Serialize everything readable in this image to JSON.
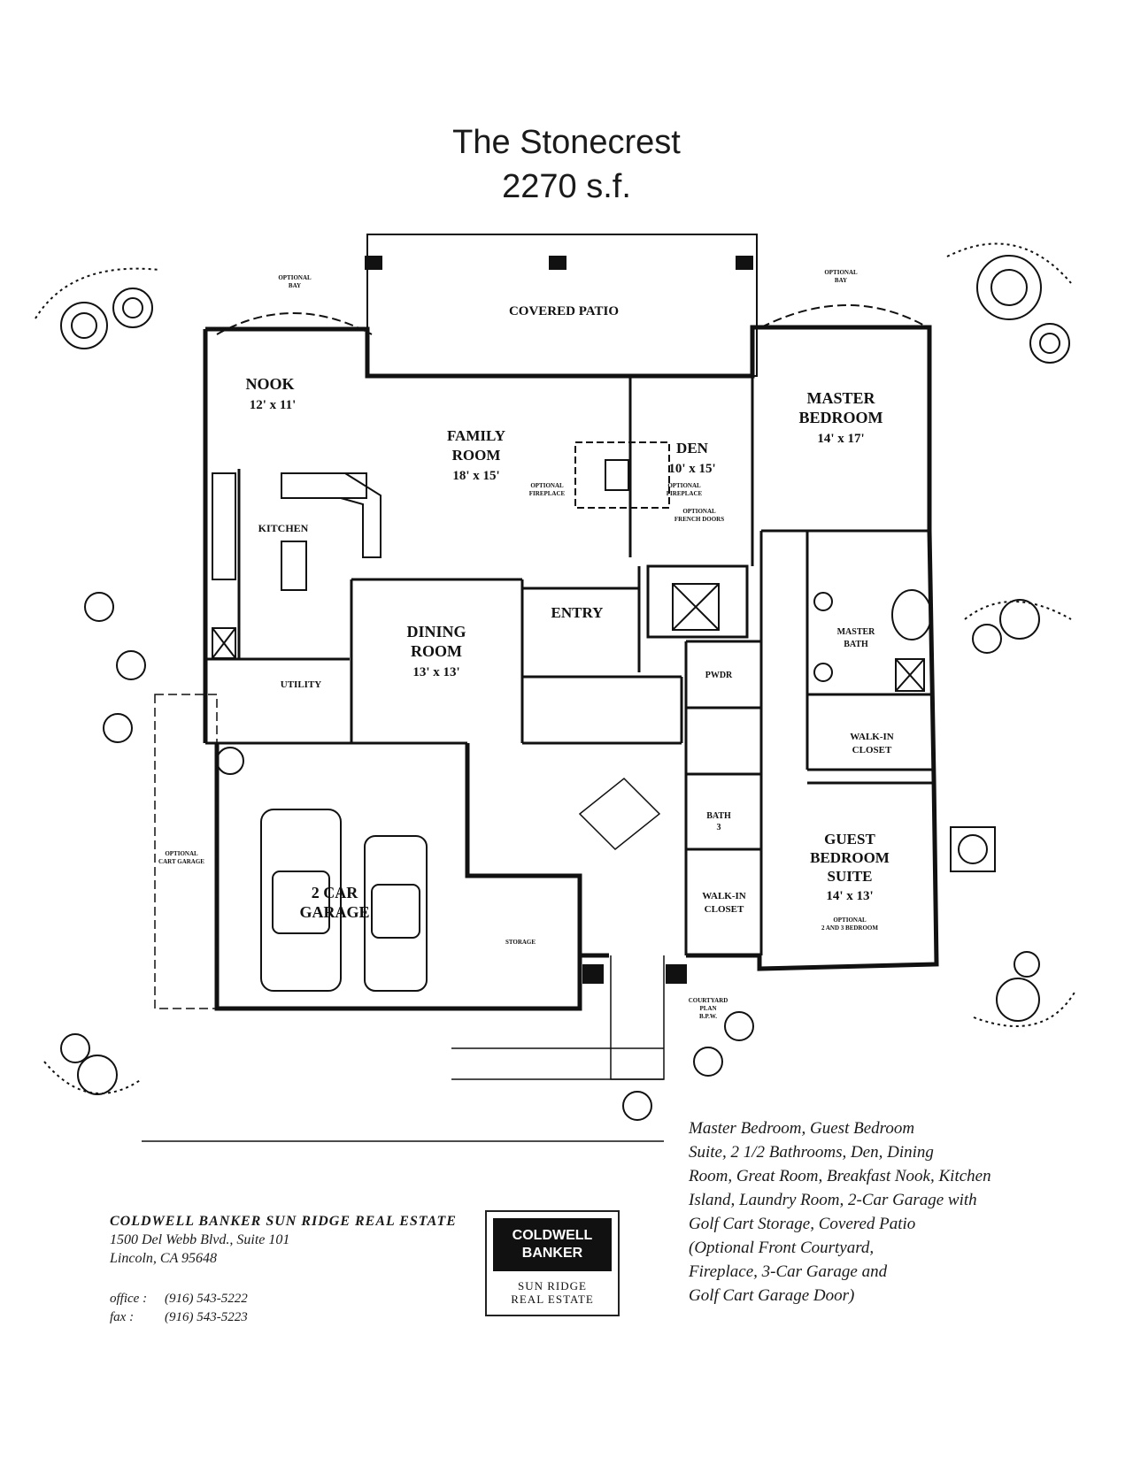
{
  "title": "The Stonecrest",
  "square_feet": "2270 s.f.",
  "rooms": {
    "covered_patio": "COVERED PATIO",
    "nook": "NOOK",
    "nook_size": "12' x 11'",
    "family_room_1": "FAMILY",
    "family_room_2": "ROOM",
    "family_size": "18' x 15'",
    "den": "DEN",
    "den_size": "10' x 15'",
    "master_1": "MASTER",
    "master_2": "BEDROOM",
    "master_size": "14' x 17'",
    "kitchen": "KITCHEN",
    "dining_1": "DINING",
    "dining_2": "ROOM",
    "dining_size": "13' x 13'",
    "entry": "ENTRY",
    "utility": "UTILITY",
    "powder": "PWDR",
    "master_bath_1": "MASTER",
    "master_bath_2": "BATH",
    "walkin_1": "WALK-IN",
    "walkin_2": "CLOSET",
    "bath3_1": "BATH",
    "bath3_2": "3",
    "walkin2_1": "WALK-IN",
    "walkin2_2": "CLOSET",
    "guest_1": "GUEST",
    "guest_2": "BEDROOM",
    "guest_3": "SUITE",
    "guest_size": "14' x 13'",
    "garage_1": "2 CAR",
    "garage_2": "GARAGE"
  },
  "notes": {
    "optional_bay": [
      "OPTIONAL",
      "BAY"
    ],
    "optional_fireplace": [
      "OPTIONAL",
      "FIREPLACE"
    ],
    "optional_french_doors": [
      "OPTIONAL",
      "FRENCH DOORS"
    ],
    "optional_cart_garage": [
      "OPTIONAL",
      "CART GARAGE"
    ],
    "storage": "STORAGE",
    "optional_bedroom": [
      "OPTIONAL",
      "2 AND 3 BEDROOM"
    ],
    "courtyard": [
      "COURTYARD",
      "PLAN",
      "B.P.W."
    ]
  },
  "agency": {
    "name": "COLDWELL BANKER SUN RIDGE REAL ESTATE",
    "address1": "1500 Del Webb Blvd., Suite 101",
    "address2": "Lincoln, CA 95648",
    "office_label": "office :",
    "office": "(916) 543-5222",
    "fax_label": "fax :",
    "fax": "(916) 543-5223"
  },
  "logo": {
    "line1": "COLDWELL",
    "line2": "BANKER",
    "sub1": "SUN RIDGE",
    "sub2": "REAL ESTATE"
  },
  "features": [
    "Master Bedroom, Guest Bedroom",
    "Suite, 2 1/2 Bathrooms, Den, Dining",
    "Room, Great Room, Breakfast Nook, Kitchen",
    "Island, Laundry Room, 2-Car Garage with",
    "Golf Cart Storage, Covered Patio",
    "(Optional Front Courtyard,",
    "Fireplace, 3-Car Garage and",
    "Golf Cart Garage Door)"
  ]
}
